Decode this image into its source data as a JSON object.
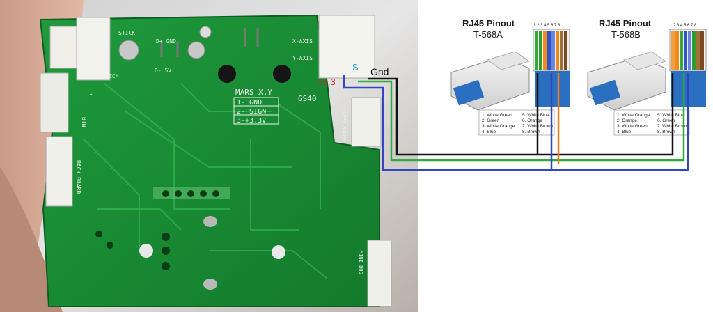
{
  "board": {
    "labels": {
      "stick": "STICK",
      "logitech": "LOGITECH",
      "dplus_gnd": "D+ GND",
      "dminus_5v": "D- 5V",
      "x_axis": "X-AXIS",
      "y_axis": "Y-AXIS",
      "one": "1",
      "gs40": "GS40",
      "btn": "BTN",
      "back_board": "BACK BOARD",
      "left_board": "LEFT BOARD",
      "mini_bus": "MINI BUS"
    },
    "mars_box": {
      "title": "MARS X,Y",
      "line1": "1-  GND",
      "line2": "2- SIGN",
      "line3": "3-+3.3V"
    }
  },
  "annotations": {
    "v33": "+3.3",
    "s": "S",
    "gnd": "Gnd",
    "colors": {
      "v33": "#e02020",
      "s": "#1e90e0",
      "gnd": "#111111"
    }
  },
  "wires": {
    "black": "#111111",
    "green": "#2faa3a",
    "blue": "#3346c0",
    "orange": "#f07a1a"
  },
  "pinouts": [
    {
      "title": "RJ45 Pinout",
      "subtitle": "T-568A",
      "pins": "1 2 3 4 5 6 7 8",
      "legend_left": [
        "1. White Green",
        "2. Green",
        "3. White Orange",
        "4. Blue"
      ],
      "legend_right": [
        "5. White Blue",
        "6. Orange",
        "7. White Brown",
        "8. Brown"
      ]
    },
    {
      "title": "RJ45 Pinout",
      "subtitle": "T-568B",
      "pins": "1 2 3 4 5 6 7 8",
      "legend_left": [
        "1. White Orange",
        "2. Orange",
        "3. White Green",
        "4. Blue"
      ],
      "legend_right": [
        "5. White Blue",
        "6. Green",
        "7. White Brown",
        "8. Brown"
      ]
    }
  ]
}
